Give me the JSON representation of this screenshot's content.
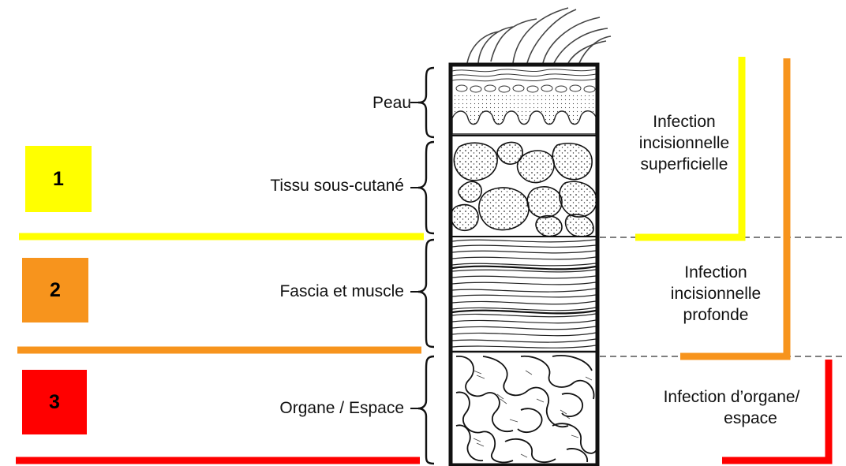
{
  "colors": {
    "level1": "#ffff00",
    "level2": "#f7941d",
    "level3": "#ff0000",
    "ink": "#111111",
    "dash": "#555555"
  },
  "levels": [
    {
      "number": "1",
      "color": "#ffff00"
    },
    {
      "number": "2",
      "color": "#f7941d"
    },
    {
      "number": "3",
      "color": "#ff0000"
    }
  ],
  "layers": {
    "skin": "Peau",
    "subcutaneous": "Tissu sous-cutané",
    "fascia_muscle": "Fascia et muscle",
    "organ_space": "Organe / Espace"
  },
  "infections": {
    "superficial": [
      "Infection",
      "incisionnelle",
      "superficielle"
    ],
    "deep": [
      "Infection",
      "incisionnelle",
      "profonde"
    ],
    "organ_space": [
      "Infection d’organe/",
      "espace"
    ]
  }
}
